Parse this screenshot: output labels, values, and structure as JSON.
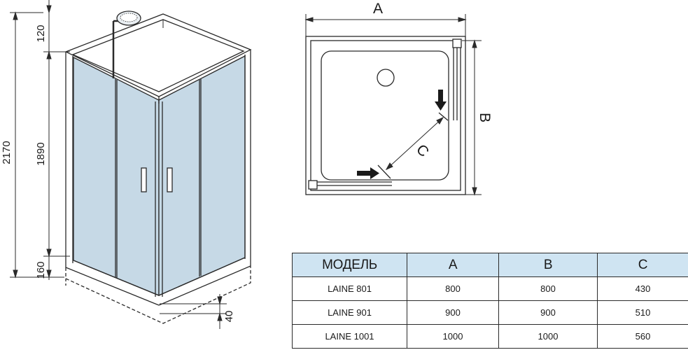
{
  "colors": {
    "glass": "#c6d9e6",
    "header_bg": "#cfe4f2",
    "line": "#2a2a2a"
  },
  "side_view": {
    "dims": {
      "total_height": "2170",
      "top_offset": "120",
      "glass_height": "1890",
      "base_height": "160",
      "tray_height": "40"
    }
  },
  "plan_view": {
    "label_a": "A",
    "label_b": "B",
    "label_c": "C"
  },
  "table": {
    "headers": [
      "МОДЕЛЬ",
      "A",
      "B",
      "C"
    ],
    "rows": [
      [
        "LAINE 801",
        "800",
        "800",
        "430"
      ],
      [
        "LAINE 901",
        "900",
        "900",
        "510"
      ],
      [
        "LAINE 1001",
        "1000",
        "1000",
        "560"
      ]
    ]
  }
}
